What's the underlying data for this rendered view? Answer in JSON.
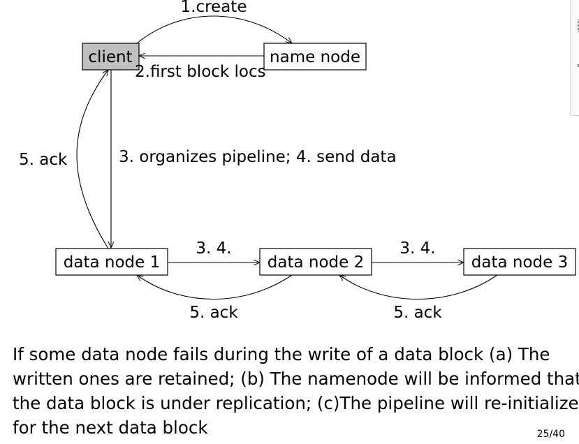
{
  "diagram": {
    "nodes": {
      "client": "client",
      "name_node": "name node",
      "data_node_1": "data node 1",
      "data_node_2": "data node 2",
      "data_node_3": "data node 3"
    },
    "edges": {
      "create": "1.create",
      "first_block_locs": "2.first block locs",
      "organizes_pipeline": "3. organizes pipeline; 4. send data",
      "ack_client": "5. ack",
      "pipeline_1_2": "3. 4.",
      "pipeline_2_3": "3. 4.",
      "ack_2_1": "5. ack",
      "ack_3_2": "5. ack"
    }
  },
  "caption": {
    "line1": "If some data node fails during the write of a data block (a) The",
    "line2": "written ones are retained; (b) The namenode will be informed that",
    "line3": "the data block is under replication; (c)The pipeline will re-initialized",
    "line4": "for the next data block"
  },
  "page_number": "25/40"
}
